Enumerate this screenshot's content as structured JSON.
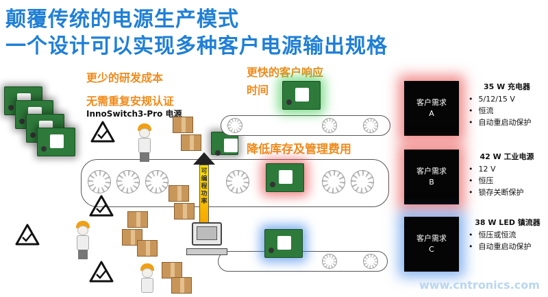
{
  "title_line1": "颠覆传统的电源生产模式",
  "title_line2": "一个设计可以实现多种客户电源输出规格",
  "benefit_cost": "更少的研发成本",
  "benefit_cert": "无需重复安规认证",
  "product_label": "InnoSwitch3-Pro 电源",
  "benefit_response_l1": "更快的客户响应",
  "benefit_response_l2": "时间",
  "benefit_inventory": "降低库存及管理费用",
  "arrow_label": "可编程功率",
  "demands": [
    {
      "label": "客户需求",
      "letter": "A",
      "heading": "35 W 充电器",
      "specs": [
        "5/12/15 V",
        "恒流",
        "自动重启动保护"
      ]
    },
    {
      "label": "客户需求",
      "letter": "B",
      "heading": "42 W 工业电源",
      "specs": [
        "12 V",
        "恒压",
        "锁存关断保护"
      ]
    },
    {
      "label": "客户需求",
      "letter": "C",
      "heading": "38 W LED 镇流器",
      "specs": [
        "恒压或恒流",
        "自动重启动保护"
      ]
    }
  ],
  "watermark": "www.cntronics.com",
  "colors": {
    "title": "#1f7fd6",
    "accent": "#f08a1a",
    "glow_green": "#28c83c",
    "glow_red": "#e63232",
    "glow_blue": "#2878e6"
  }
}
